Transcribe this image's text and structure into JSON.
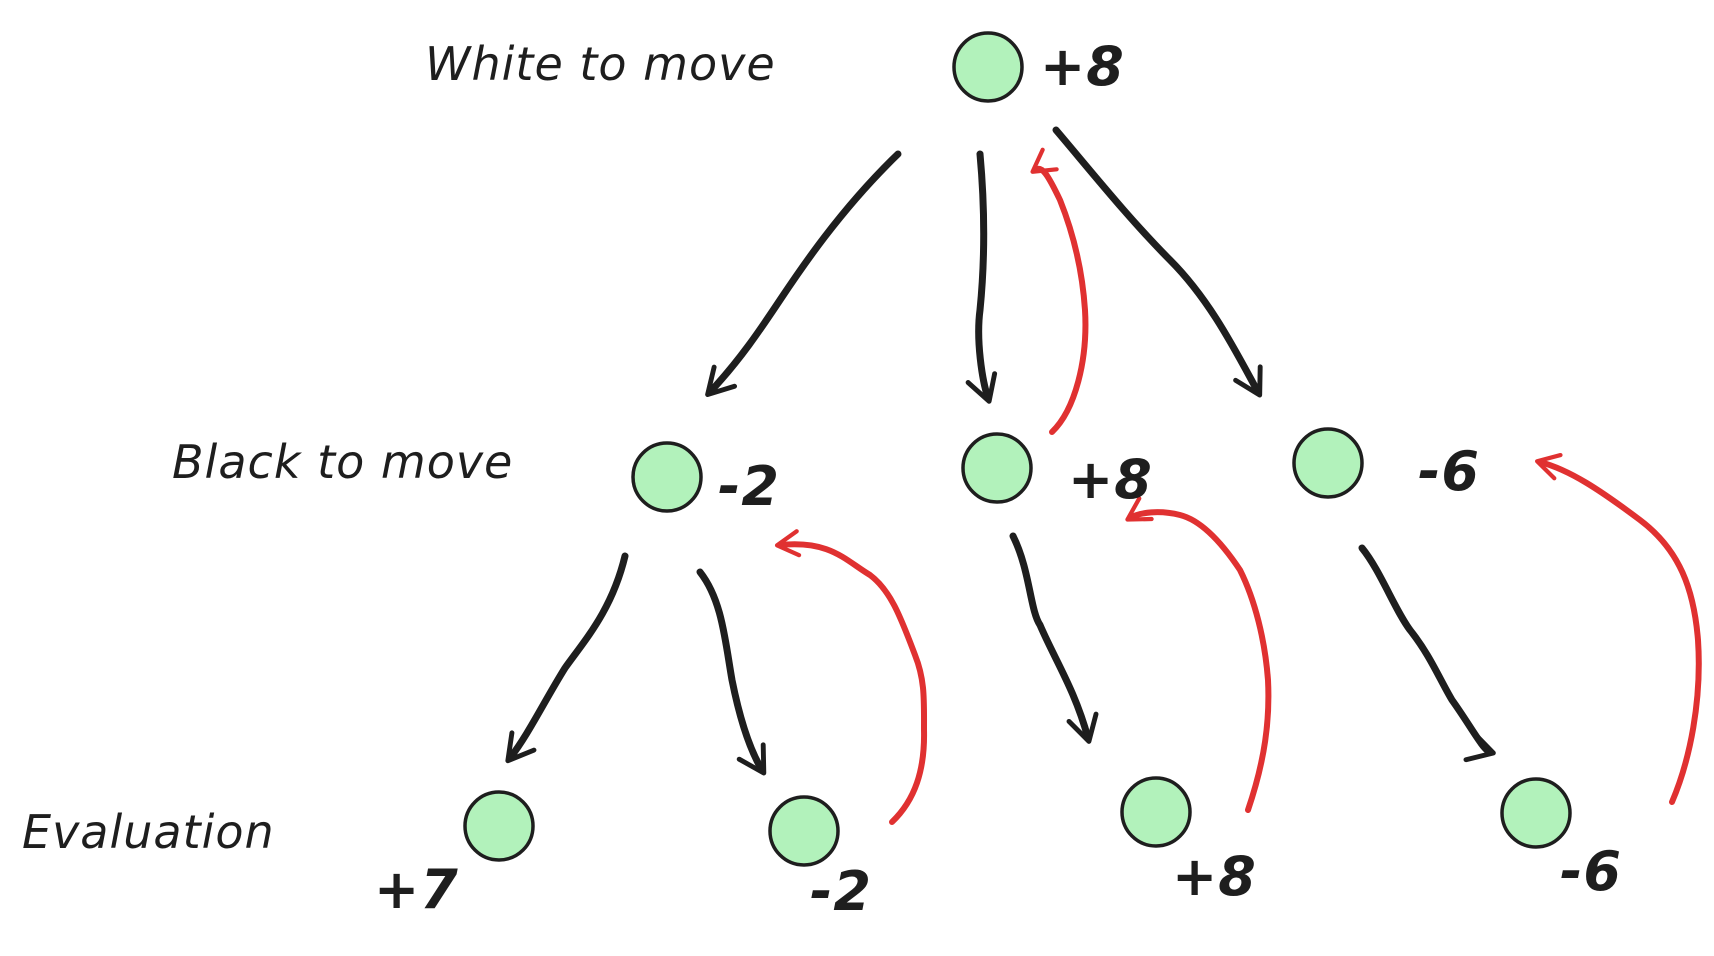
{
  "colors": {
    "node_fill": "#b2f2bb",
    "node_stroke": "#1e1e1e",
    "edge": "#1e1e1e",
    "backup_arrow": "#e03131"
  },
  "row_labels": {
    "white": "White to move",
    "black": "Black to move",
    "evaluation": "Evaluation"
  },
  "tree": {
    "root": {
      "value": "+8"
    },
    "black_nodes": [
      {
        "value": "-2"
      },
      {
        "value": "+8"
      },
      {
        "value": "-6"
      }
    ],
    "leaves": [
      {
        "value": "+7"
      },
      {
        "value": "-2"
      },
      {
        "value": "+8"
      },
      {
        "value": "-6"
      }
    ]
  }
}
